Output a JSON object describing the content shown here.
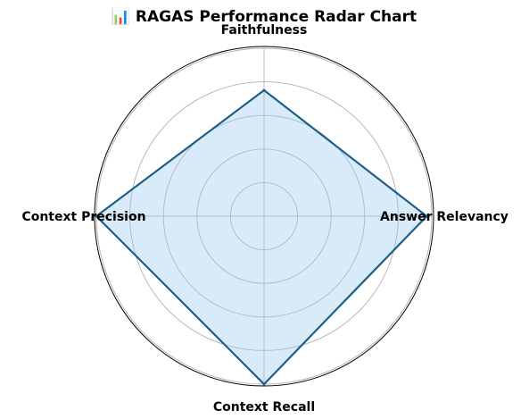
{
  "chart_data": {
    "type": "radar",
    "title": "📊 RAGAS Performance Radar Chart",
    "axes": [
      "Faithfulness",
      "Answer Relevancy",
      "Context Recall",
      "Context Precision"
    ],
    "series": [
      {
        "values": [
          0.75,
          0.97,
          1.0,
          1.0
        ]
      }
    ],
    "rlim": [
      0,
      1
    ],
    "r_gridlines": [
      0.2,
      0.4,
      0.6,
      0.8,
      1.0
    ],
    "grid": true,
    "colors": {
      "line": "#1f5f8b",
      "fill": "#9fcdee"
    }
  }
}
